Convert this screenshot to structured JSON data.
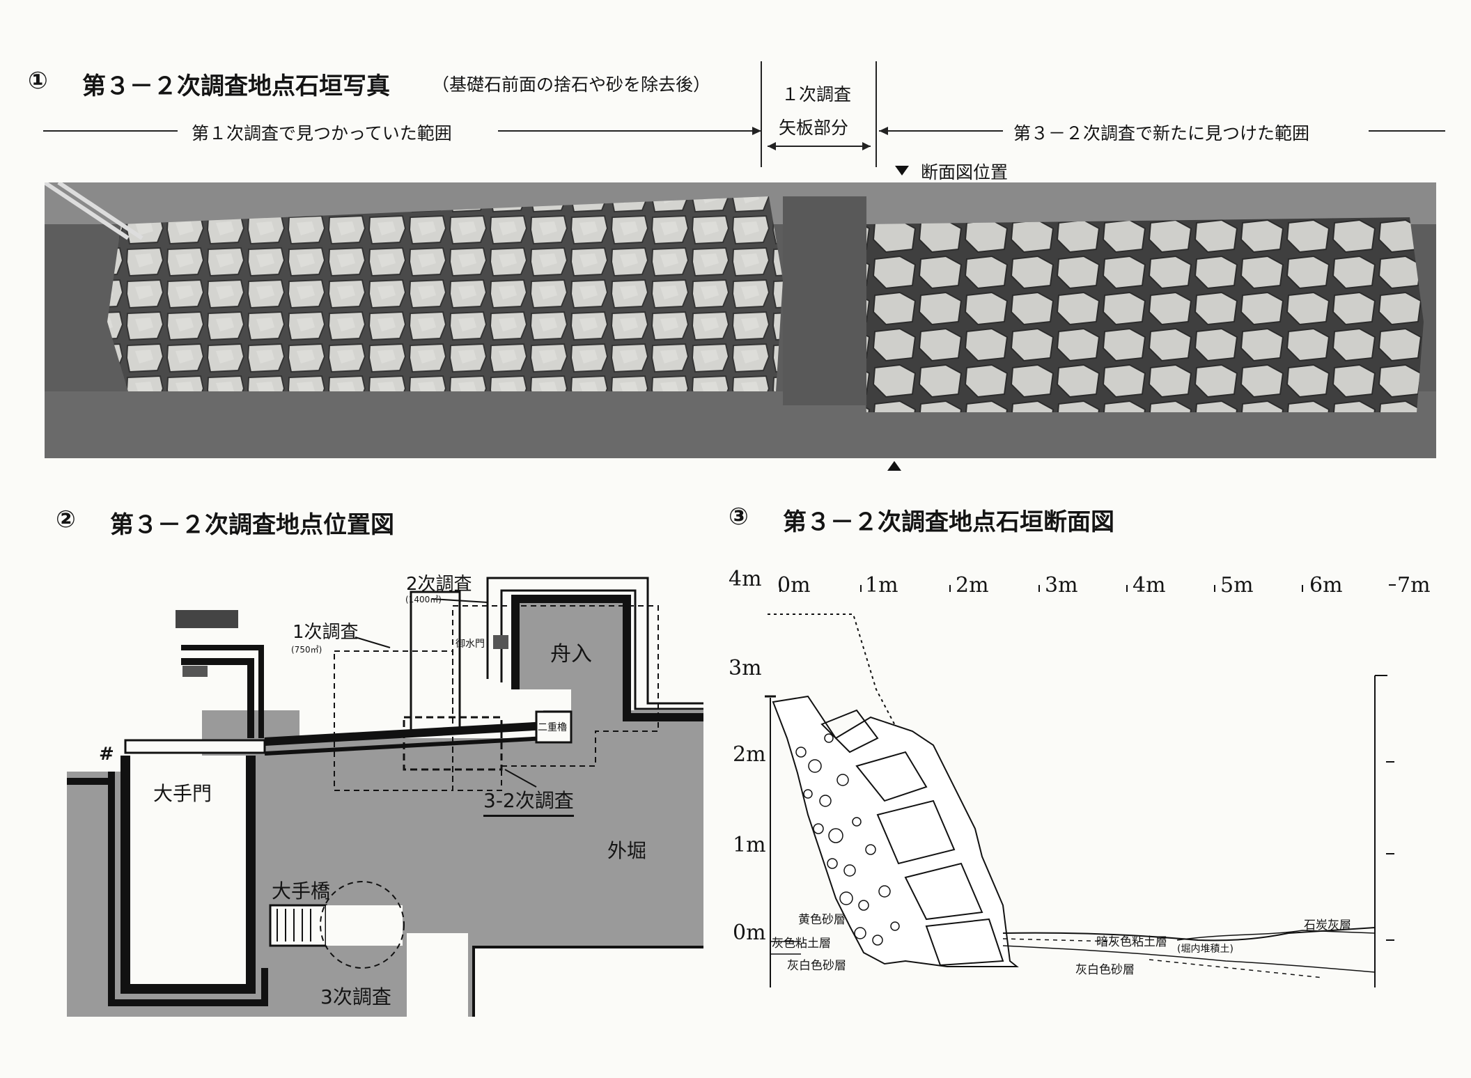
{
  "section1": {
    "number": "①",
    "title": "第３－２次調査地点石垣写真",
    "subtitle": "（基礎石前面の捨石や砂を除去後）",
    "range_left": "第１次調査で見つかっていた範囲",
    "box_line1": "１次調査",
    "box_line2": "矢板部分",
    "range_right": "第３－２次調査で新たに見つけた範囲",
    "marker": "断面図位置"
  },
  "section2": {
    "number": "②",
    "title": "第３－２次調査地点位置図",
    "labels": {
      "survey2": "2次調査",
      "survey2_area": "(1400㎡)",
      "survey1": "1次調査",
      "survey1_area": "(750㎡)",
      "gomizumon": "御水門",
      "funairi": "舟入",
      "nijuyagura": "二重櫓",
      "otemon": "大手門",
      "survey32": "3-2次調査",
      "sotobori": "外堀",
      "otebashi": "大手橋",
      "survey3": "3次調査",
      "hash": "#"
    }
  },
  "section3": {
    "number": "③",
    "title": "第３－２次調査地点石垣断面図",
    "horizontal_ticks": [
      "0m",
      "1m",
      "2m",
      "3m",
      "4m",
      "5m",
      "6m",
      "7m"
    ],
    "vertical_ticks": [
      "4m",
      "3m",
      "2m",
      "1m",
      "0m"
    ],
    "layers": {
      "yellow_sand": "黄色砂層",
      "grey_clay": "灰色粘土層",
      "grey_white_sand_left": "灰白色砂層",
      "dark_grey_clay": "暗灰色粘土層",
      "moat_fill": "(堀内堆積土)",
      "grey_white_sand_right": "灰白色砂層",
      "lime_layer": "石炭灰層"
    }
  }
}
